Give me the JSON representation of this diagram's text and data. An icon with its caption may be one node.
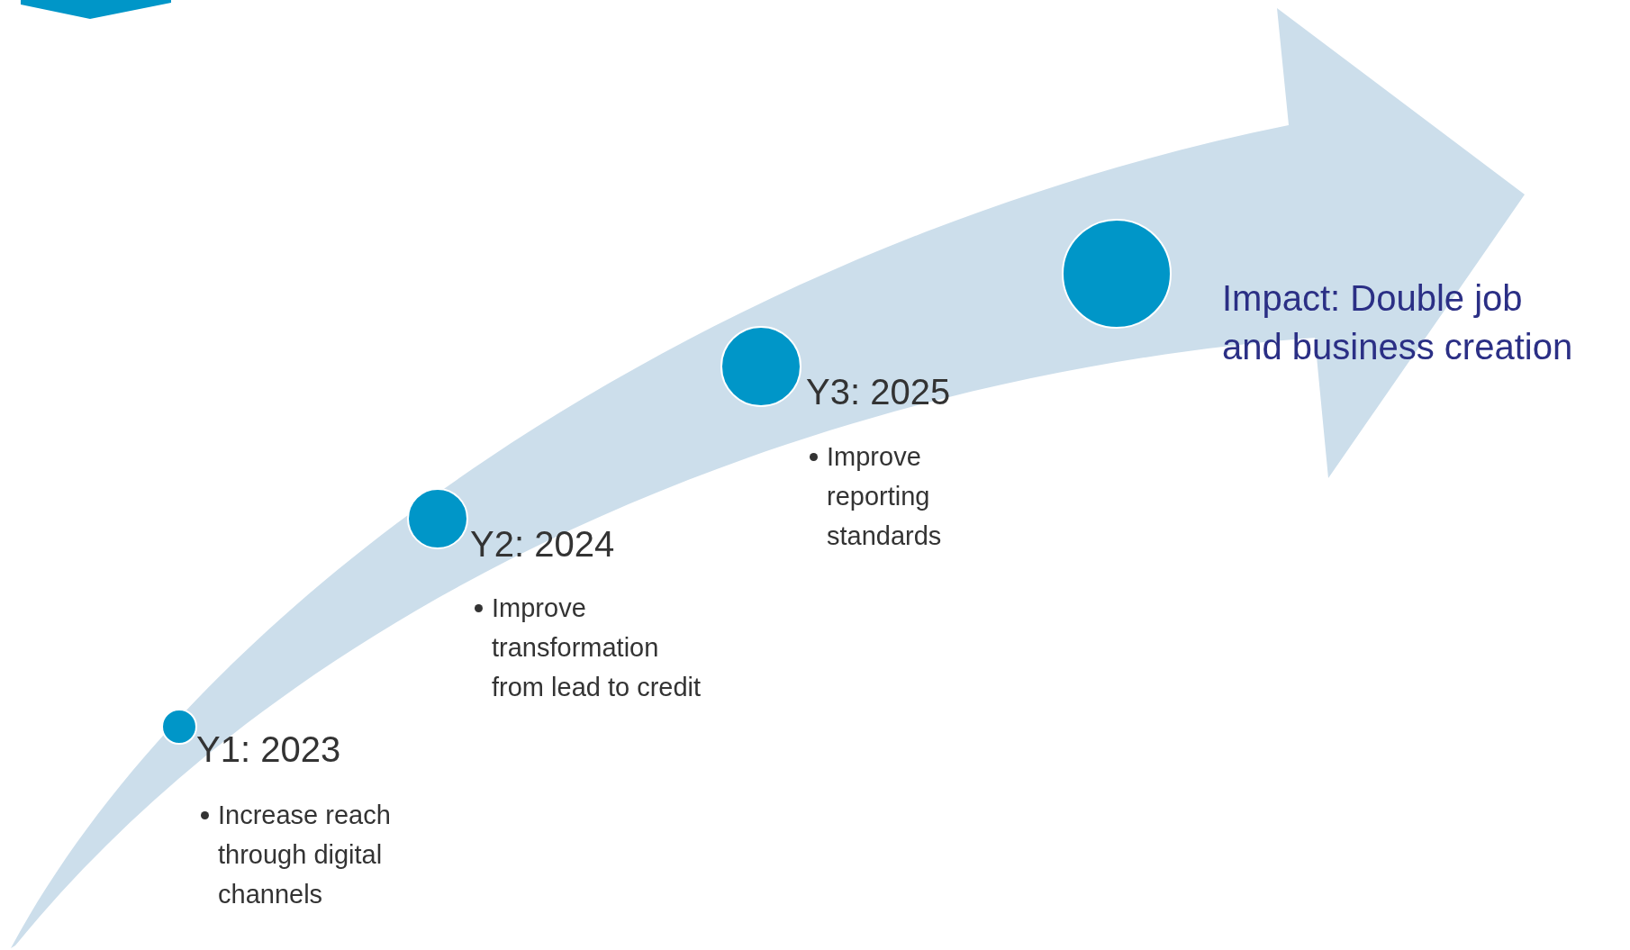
{
  "diagram": {
    "nodes": [
      {
        "text": [],
        "shape": "circle",
        "beside": [
          "Y1: 2023",
          "Increase reach through digital channels"
        ]
      },
      {
        "text": [],
        "shape": "circle",
        "beside": [
          "Y2: 2024",
          "Improve transformation from lead to credit"
        ]
      },
      {
        "text": [],
        "shape": "circle",
        "beside": [
          "Y3: 2025",
          "Improve reporting standards"
        ]
      },
      {
        "text": [],
        "shape": "circle",
        "beside": [
          "Impact: Double job and business creation"
        ]
      },
      {
        "text": [],
        "shape": "banner"
      }
    ]
  }
}
